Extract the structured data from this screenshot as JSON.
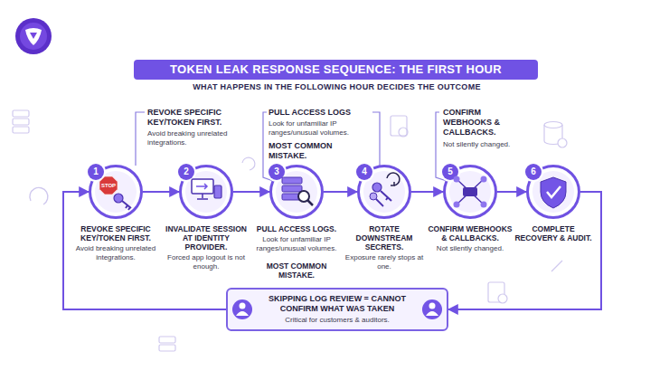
{
  "diagram": {
    "title": "TOKEN LEAK RESPONSE SEQUENCE: THE FIRST HOUR",
    "nodes": [
      {
        "text": [
          "1",
          "REVOKE SPECIFIC KEY/TOKEN FIRST.",
          "Avoid breaking unrelated integrations."
        ]
      },
      {
        "text": [
          "2",
          "INVALIDATE SESSION AT IDENTITY PROVIDER.",
          "Forced app logout is not enough."
        ]
      },
      {
        "text": [
          "3",
          "PULL ACCESS LOGS.",
          "Look for unfamiliar IP ranges/unusual volumes.",
          "MOST COMMON MISTAKE."
        ]
      },
      {
        "text": [
          "4",
          "ROTATE DOWNSTREAM SECRETS.",
          "Exposure rarely stops at one."
        ]
      },
      {
        "text": [
          "5",
          "CONFIRM WEBHOOKS & CALLBACKS.",
          "Not silently changed."
        ]
      },
      {
        "text": [
          "6",
          "COMPLETE RECOVERY & AUDIT."
        ]
      },
      {
        "text": [
          "SKIPPING LOG REVIEW = CANNOT CONFIRM WHAT WAS TAKEN",
          "Critical for customers & auditors."
        ]
      }
    ],
    "edges": [
      {
        "from": 0,
        "to": 1,
        "arrow": "to"
      },
      {
        "from": 1,
        "to": 2,
        "arrow": "to"
      },
      {
        "from": 2,
        "to": 3,
        "arrow": "to"
      },
      {
        "from": 3,
        "to": 4,
        "arrow": "to"
      },
      {
        "from": 4,
        "to": 5,
        "arrow": "to"
      },
      {
        "from": 5,
        "to": 6,
        "arrow": "to"
      },
      {
        "from": 6,
        "to": 0,
        "arrow": "to"
      }
    ],
    "labels": [
      "WHAT HAPPENS IN THE FOLLOWING HOUR DECIDES THE OUTCOME",
      "REVOKE SPECIFIC KEY/TOKEN FIRST.",
      "Avoid breaking unrelated integrations.",
      "PULL ACCESS LOGS",
      "Look for unfamiliar IP ranges/unusual volumes.",
      "MOST COMMON MISTAKE.",
      "CONFIRM WEBHOOKS & CALLBACKS.",
      "Not silently changed.",
      "STOP"
    ]
  }
}
